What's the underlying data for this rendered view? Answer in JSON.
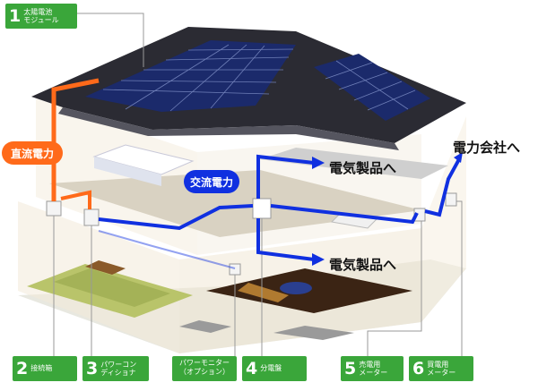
{
  "labels": {
    "solar_module": {
      "num": "1",
      "text": "太陽電池\nモジュール"
    },
    "junction_box": {
      "num": "2",
      "text": "接続箱"
    },
    "power_conditioner": {
      "num": "3",
      "text": "パワーコン\nディショナ"
    },
    "power_monitor": {
      "text": "パワーモニター\n（オプション）"
    },
    "distribution_board": {
      "num": "4",
      "text": "分電盤"
    },
    "sell_meter": {
      "num": "5",
      "text": "売電用\nメーター"
    },
    "buy_meter": {
      "num": "6",
      "text": "買電用\nメーター"
    }
  },
  "flows": {
    "dc_power": "直流電力",
    "ac_power": "交流電力",
    "to_appliances_upper": "電気製品へ",
    "to_appliances_lower": "電気製品へ",
    "to_utility": "電力会社へ"
  },
  "colors": {
    "label_green": "#3aa63a",
    "dc_orange": "#ff6a1a",
    "ac_blue": "#1030e0",
    "roof_dark": "#2b2b33",
    "solar_panel": "#1b2a6b"
  }
}
